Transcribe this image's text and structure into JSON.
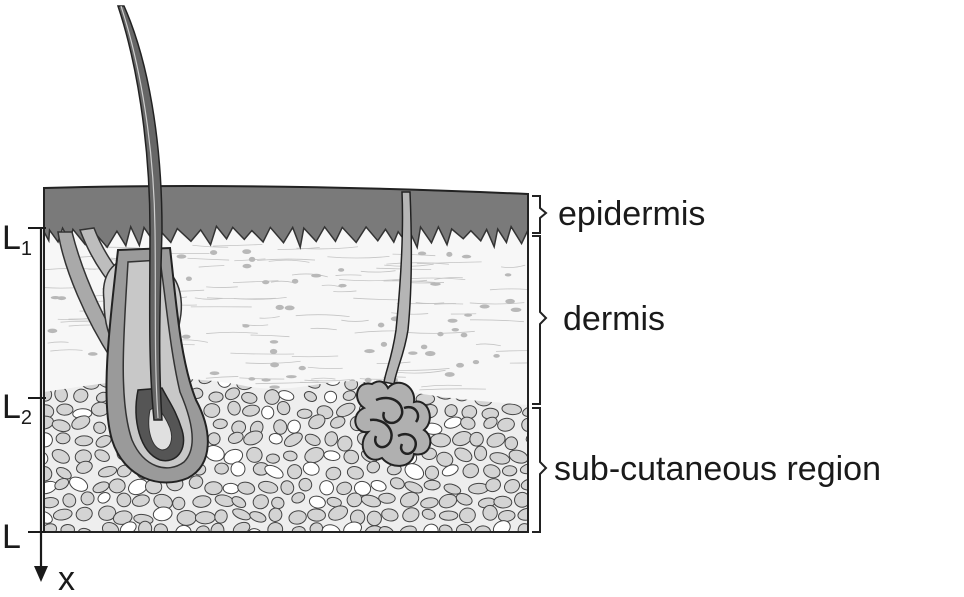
{
  "layers": {
    "epidermis": "epidermis",
    "dermis": "dermis",
    "subcutaneous": "sub-cutaneous region"
  },
  "depth_axis": {
    "variable": "x",
    "levels": [
      {
        "base": "L",
        "sub": "1"
      },
      {
        "base": "L",
        "sub": "2"
      },
      {
        "base": "L",
        "sub": ""
      }
    ]
  },
  "colors": {
    "epidermis": "#7a7a7a",
    "dermis_bg": "#f7f7f7",
    "dermis_cells": "#b8b8b8",
    "fat_cells": "#d4d4d4",
    "outline": "#333333"
  }
}
